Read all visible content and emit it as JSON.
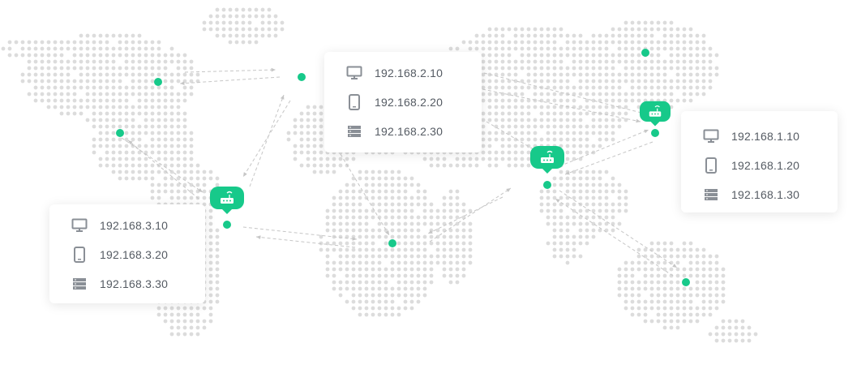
{
  "colors": {
    "accent": "#17c98a",
    "dot": "#dcdcdc",
    "line": "#c6c6c6",
    "icon": "#8a8f96"
  },
  "cards": {
    "center": {
      "devices": [
        {
          "icon": "monitor-icon",
          "ip": "192.168.2.10"
        },
        {
          "icon": "tablet-icon",
          "ip": "192.168.2.20"
        },
        {
          "icon": "server-icon",
          "ip": "192.168.2.30"
        }
      ]
    },
    "right": {
      "devices": [
        {
          "icon": "monitor-icon",
          "ip": "192.168.1.10"
        },
        {
          "icon": "tablet-icon",
          "ip": "192.168.1.20"
        },
        {
          "icon": "server-icon",
          "ip": "192.168.1.30"
        }
      ]
    },
    "left": {
      "devices": [
        {
          "icon": "monitor-icon",
          "ip": "192.168.3.10"
        },
        {
          "icon": "tablet-icon",
          "ip": "192.168.3.20"
        },
        {
          "icon": "server-icon",
          "ip": "192.168.3.30"
        }
      ]
    }
  }
}
